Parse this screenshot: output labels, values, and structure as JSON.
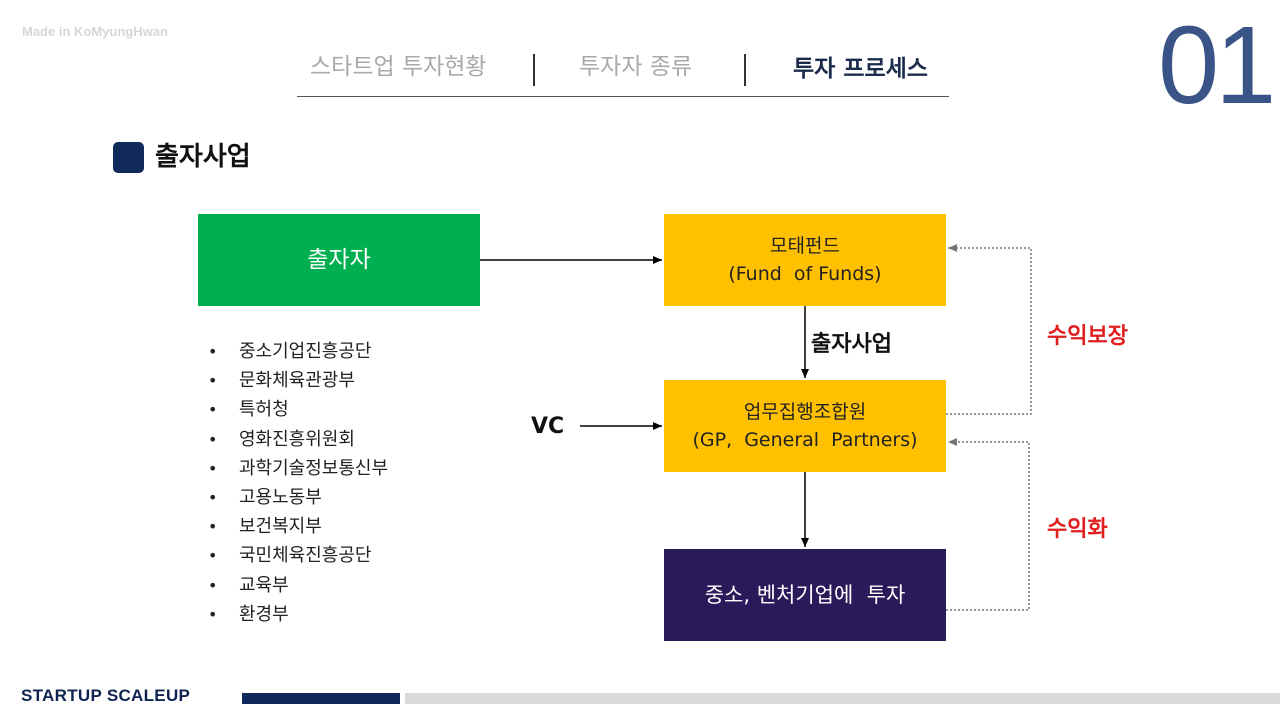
{
  "watermark": "Made in KoMyungHwan",
  "slide_number": "01",
  "nav": {
    "tabs": [
      {
        "label": "스타트업 투자현황",
        "active": false
      },
      {
        "label": "투자자 종류",
        "active": false
      },
      {
        "label": "투자 프로세스",
        "active": true
      }
    ]
  },
  "section": {
    "title": "출자사업"
  },
  "diagram": {
    "investor_box": {
      "label": "출자자"
    },
    "fof_box": {
      "line1": "모태펀드",
      "line2": "(Fund  of Funds)"
    },
    "gp_box": {
      "line1": "업무집행조합원",
      "line2": "(GP,  General  Partners)"
    },
    "venture_box": {
      "label": "중소, 벤처기업에  투자"
    },
    "program_label": "출자사업",
    "vc_label": "VC",
    "return_guarantee_label": "수익보장",
    "monetization_label": "수익화"
  },
  "investors": [
    "중소기업진흥공단",
    "문화체육관광부",
    "특허청",
    "영화진흥위원회",
    "과학기술정보통신부",
    "고용노동부",
    "보건복지부",
    "국민체육진흥공단",
    "교육부",
    "환경부"
  ],
  "footer": {
    "title": "STARTUP SCALEUP"
  },
  "colors": {
    "navy": "#102a5c",
    "green": "#00b050",
    "gold": "#ffc000",
    "purple": "#2a1a5a",
    "red": "#e02020",
    "slide_number": "#3b5488"
  }
}
